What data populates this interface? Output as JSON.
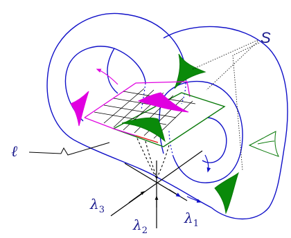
{
  "labels": {
    "S": "S",
    "ell": "ℓ",
    "lambda1": "λ",
    "lambda1_sub": "1",
    "lambda2": "λ",
    "lambda2_sub": "2",
    "lambda3": "λ",
    "lambda3_sub": "3"
  },
  "colors": {
    "curve": "#1010c8",
    "green": "#0a7a0a",
    "magenta": "#e000e0",
    "red": "#e01010",
    "black": "#000000"
  }
}
